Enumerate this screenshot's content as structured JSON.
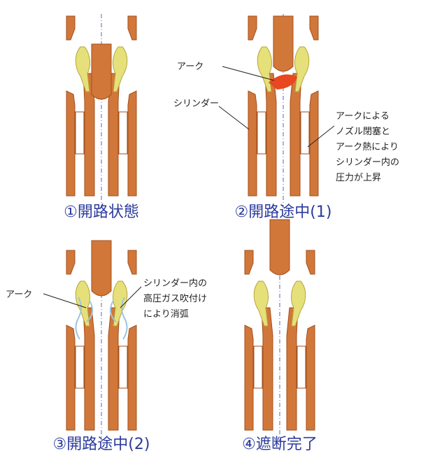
{
  "colors": {
    "copper": "#d2773a",
    "copper_edge": "#a24f1c",
    "nozzle": "#e6e07a",
    "nozzle_edge": "#b7a43a",
    "arc": "#e8471f",
    "gas": "#9fc4df",
    "caption": "#2b3a9c",
    "axis": "#5566bb"
  },
  "panels": {
    "p1": {
      "caption": "①開路状態"
    },
    "p2": {
      "caption": "②開路途中(1)",
      "arc_label": "アーク",
      "cylinder_label": "シリンダー",
      "note_lines": [
        "アークによる",
        "ノズル閉塞と",
        "アーク熱により",
        "シリンダー内の",
        "圧力が上昇"
      ]
    },
    "p3": {
      "caption": "③開路途中(2)",
      "arc_label": "アーク",
      "note_lines": [
        "シリンダー内の",
        "高圧ガス吹付け",
        "により消弧"
      ]
    },
    "p4": {
      "caption": "④遮断完了"
    }
  }
}
